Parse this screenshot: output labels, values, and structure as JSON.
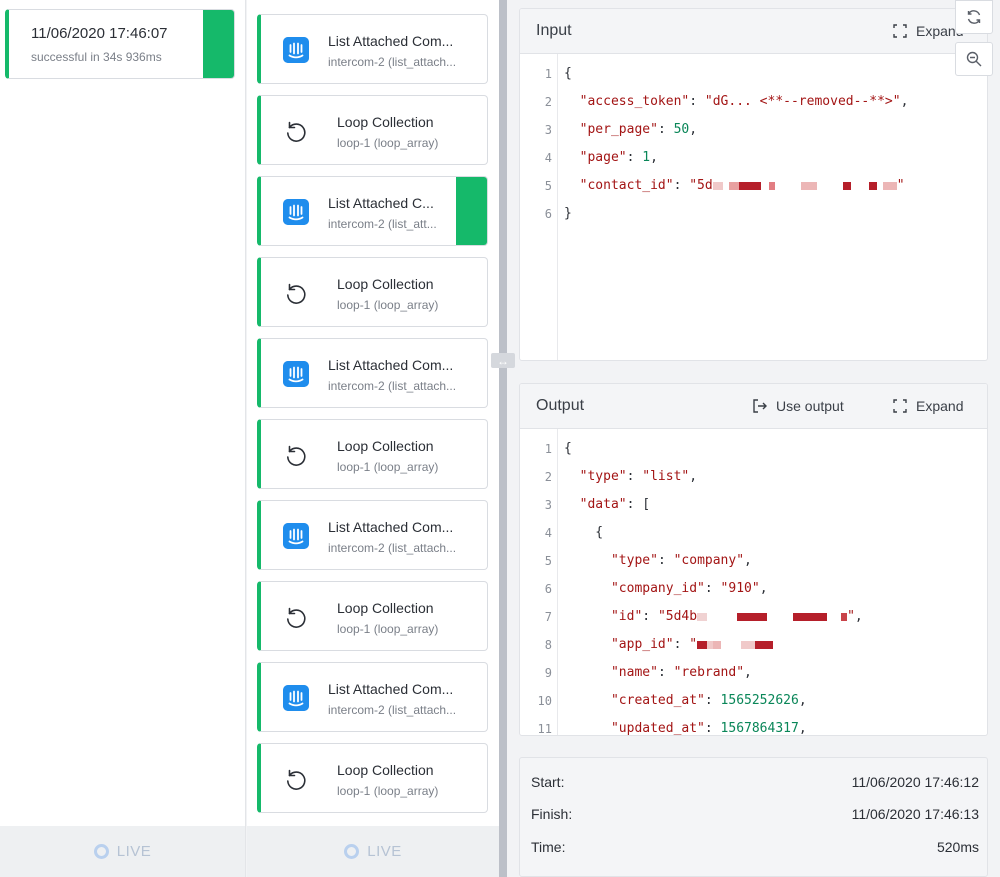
{
  "execution": {
    "date": "11/06/2020 17:46:07",
    "status": "successful in 34s 936ms"
  },
  "steps": [
    {
      "kind": "intercom",
      "title": "List Attached Com...",
      "sub": "intercom-2 (list_attach..."
    },
    {
      "kind": "loop",
      "title": "Loop Collection",
      "sub": "loop-1 (loop_array)"
    },
    {
      "kind": "intercom",
      "title": "List Attached C...",
      "sub": "intercom-2 (list_att...",
      "selected": true
    },
    {
      "kind": "loop",
      "title": "Loop Collection",
      "sub": "loop-1 (loop_array)"
    },
    {
      "kind": "intercom",
      "title": "List Attached Com...",
      "sub": "intercom-2 (list_attach..."
    },
    {
      "kind": "loop",
      "title": "Loop Collection",
      "sub": "loop-1 (loop_array)"
    },
    {
      "kind": "intercom",
      "title": "List Attached Com...",
      "sub": "intercom-2 (list_attach..."
    },
    {
      "kind": "loop",
      "title": "Loop Collection",
      "sub": "loop-1 (loop_array)"
    },
    {
      "kind": "intercom",
      "title": "List Attached Com...",
      "sub": "intercom-2 (list_attach..."
    },
    {
      "kind": "loop",
      "title": "Loop Collection",
      "sub": "loop-1 (loop_array)"
    }
  ],
  "live": {
    "label": "LIVE"
  },
  "input": {
    "title": "Input",
    "expand_label": "Expand",
    "lines": [
      {
        "n": "1",
        "parts": [
          [
            "p",
            "{"
          ]
        ]
      },
      {
        "n": "2",
        "parts": [
          [
            "p",
            "  "
          ],
          [
            "k",
            "\"access_token\""
          ],
          [
            "p",
            ": "
          ],
          [
            "s",
            "\"dG... <**--removed--**>\""
          ],
          [
            "p",
            ","
          ]
        ]
      },
      {
        "n": "3",
        "parts": [
          [
            "p",
            "  "
          ],
          [
            "k",
            "\"per_page\""
          ],
          [
            "p",
            ": "
          ],
          [
            "n",
            "50"
          ],
          [
            "p",
            ","
          ]
        ]
      },
      {
        "n": "4",
        "parts": [
          [
            "p",
            "  "
          ],
          [
            "k",
            "\"page\""
          ],
          [
            "p",
            ": "
          ],
          [
            "n",
            "1"
          ],
          [
            "p",
            ","
          ]
        ]
      },
      {
        "n": "5",
        "parts": [
          [
            "p",
            "  "
          ],
          [
            "k",
            "\"contact_id\""
          ],
          [
            "p",
            ": "
          ],
          [
            "s",
            "\"5d"
          ],
          [
            "r",
            "a"
          ],
          [
            "s",
            "\""
          ]
        ]
      },
      {
        "n": "6",
        "parts": [
          [
            "p",
            "}"
          ]
        ]
      }
    ]
  },
  "output": {
    "title": "Output",
    "use_output_label": "Use output",
    "expand_label": "Expand",
    "lines": [
      {
        "n": "1",
        "parts": [
          [
            "p",
            "{"
          ]
        ]
      },
      {
        "n": "2",
        "parts": [
          [
            "p",
            "  "
          ],
          [
            "k",
            "\"type\""
          ],
          [
            "p",
            ": "
          ],
          [
            "s",
            "\"list\""
          ],
          [
            "p",
            ","
          ]
        ]
      },
      {
        "n": "3",
        "parts": [
          [
            "p",
            "  "
          ],
          [
            "k",
            "\"data\""
          ],
          [
            "p",
            ": ["
          ]
        ]
      },
      {
        "n": "4",
        "parts": [
          [
            "p",
            "    {"
          ]
        ]
      },
      {
        "n": "5",
        "parts": [
          [
            "p",
            "      "
          ],
          [
            "k",
            "\"type\""
          ],
          [
            "p",
            ": "
          ],
          [
            "s",
            "\"company\""
          ],
          [
            "p",
            ","
          ]
        ]
      },
      {
        "n": "6",
        "parts": [
          [
            "p",
            "      "
          ],
          [
            "k",
            "\"company_id\""
          ],
          [
            "p",
            ": "
          ],
          [
            "s",
            "\"910\""
          ],
          [
            "p",
            ","
          ]
        ]
      },
      {
        "n": "7",
        "parts": [
          [
            "p",
            "      "
          ],
          [
            "k",
            "\"id\""
          ],
          [
            "p",
            ": "
          ],
          [
            "s",
            "\"5d4b"
          ],
          [
            "r",
            "b"
          ],
          [
            "s",
            "\""
          ],
          [
            "p",
            ","
          ]
        ]
      },
      {
        "n": "8",
        "parts": [
          [
            "p",
            "      "
          ],
          [
            "k",
            "\"app_id\""
          ],
          [
            "p",
            ": "
          ],
          [
            "s",
            "\""
          ],
          [
            "r",
            "c"
          ]
        ]
      },
      {
        "n": "9",
        "parts": [
          [
            "p",
            "      "
          ],
          [
            "k",
            "\"name\""
          ],
          [
            "p",
            ": "
          ],
          [
            "s",
            "\"rebrand\""
          ],
          [
            "p",
            ","
          ]
        ]
      },
      {
        "n": "10",
        "parts": [
          [
            "p",
            "      "
          ],
          [
            "k",
            "\"created_at\""
          ],
          [
            "p",
            ": "
          ],
          [
            "n",
            "1565252626"
          ],
          [
            "p",
            ","
          ]
        ]
      },
      {
        "n": "11",
        "parts": [
          [
            "p",
            "      "
          ],
          [
            "k",
            "\"updated_at\""
          ],
          [
            "p",
            ": "
          ],
          [
            "n",
            "1567864317"
          ],
          [
            "p",
            ","
          ]
        ]
      }
    ]
  },
  "meta": {
    "start_label": "Start:",
    "start_value": "11/06/2020 17:46:12",
    "finish_label": "Finish:",
    "finish_value": "11/06/2020 17:46:13",
    "time_label": "Time:",
    "time_value": "520ms"
  },
  "colors": {
    "success": "#15b96a",
    "intercom": "#1f8ded",
    "key": "#a31515",
    "number": "#098658"
  },
  "icons": {
    "intercom": "intercom-icon",
    "loop": "loop-arrow-icon",
    "refresh": "refresh-icon",
    "zoom_out": "zoom-out-icon",
    "expand": "expand-icon",
    "use_output": "use-output-icon"
  }
}
